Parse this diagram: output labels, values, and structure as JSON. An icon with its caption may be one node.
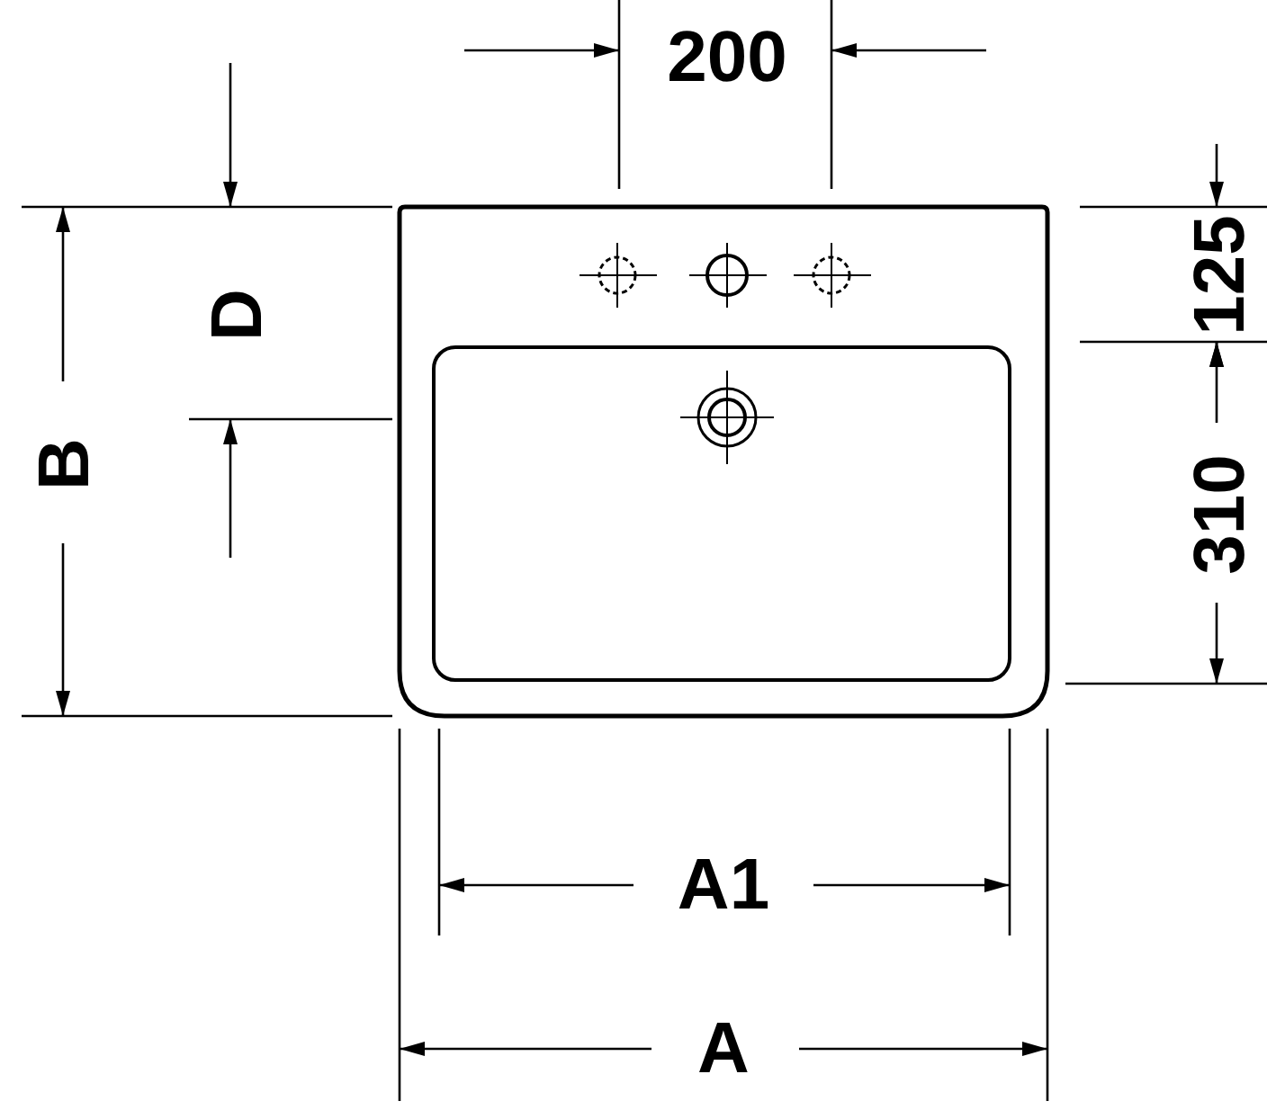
{
  "diagram": {
    "labels": [
      "200",
      "125",
      "D",
      "B",
      "310",
      "A1",
      "A"
    ]
  }
}
